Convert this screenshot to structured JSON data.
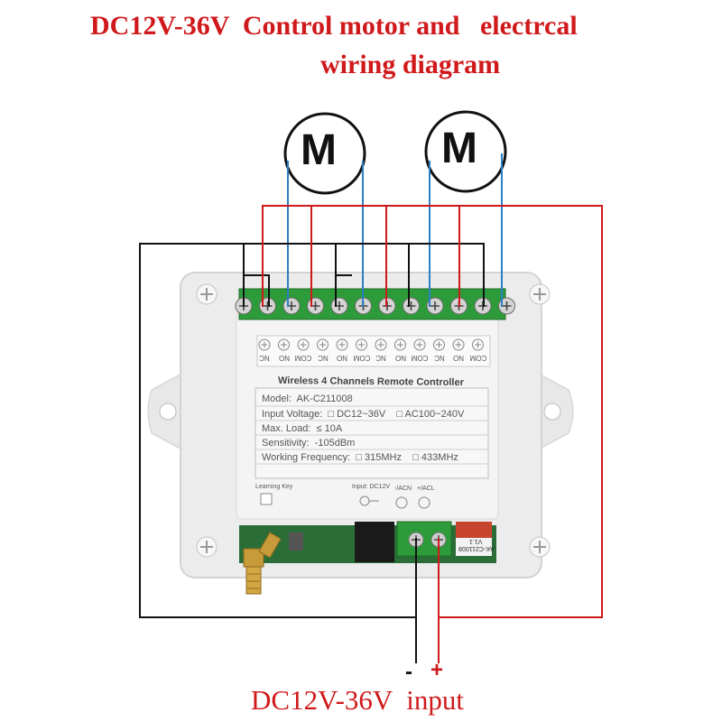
{
  "title": {
    "line1": "DC12V-36V  Control motor and   electrcal",
    "line2": "wiring diagram"
  },
  "motors": [
    {
      "symbol": "M"
    },
    {
      "symbol": "M"
    }
  ],
  "terminal_labels": [
    "NC",
    "NO",
    "COM",
    "NC",
    "NO",
    "COM",
    "NC",
    "NO",
    "COM",
    "NC",
    "NO",
    "COM"
  ],
  "panel": {
    "title": "Wireless 4 Channels Remote Controller",
    "model": "Model:  AK-C211008",
    "input_voltage": "Input Voltage:  □ DC12~36V    □ AC100~240V",
    "max_load": "Max. Load:  ≤ 10A",
    "sensitivity": "Sensitivity:  -105dBm",
    "frequency": "Working Frequency:  □ 315MHz    □ 433MHz",
    "learning_key": "Learning Key",
    "input_dc": "Input: DC12V",
    "acn": "-/ACN",
    "acl": "+/ACL",
    "board_label": "AK-C211008",
    "board_ver": "V1.1"
  },
  "polarity": {
    "minus": "-",
    "plus": "+"
  },
  "footer": "DC12V-36V  input",
  "colors": {
    "red": "#d0191b",
    "blue": "#2b7fc4",
    "black": "#111111",
    "green": "#2e9b3a",
    "casing": "#ececec"
  }
}
